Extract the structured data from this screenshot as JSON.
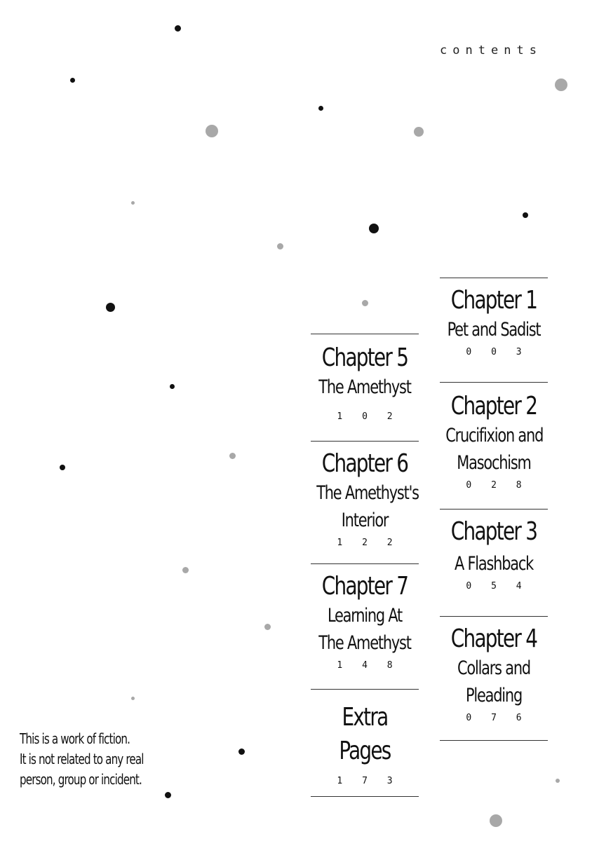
{
  "heading": "contents",
  "right_column": [
    {
      "title": "Chapter 1",
      "subtitle_lines": [
        "Pet and Sadist"
      ],
      "page": "003"
    },
    {
      "title": "Chapter 2",
      "subtitle_lines": [
        "Crucifixion and",
        "Masochism"
      ],
      "page": "028"
    },
    {
      "title": "Chapter 3",
      "subtitle_lines": [
        "A Flashback"
      ],
      "page": "054"
    },
    {
      "title": "Chapter 4",
      "subtitle_lines": [
        "Collars and",
        "Pleading"
      ],
      "page": "076"
    }
  ],
  "left_column": [
    {
      "title": "Chapter 5",
      "subtitle_lines": [
        "The Amethyst"
      ],
      "page": "102"
    },
    {
      "title": "Chapter 6",
      "subtitle_lines": [
        "The Amethyst's",
        "Interior"
      ],
      "page": "122"
    },
    {
      "title": "Chapter 7",
      "subtitle_lines": [
        "Learning At",
        "The Amethyst"
      ],
      "page": "148"
    },
    {
      "title": "",
      "subtitle_lines": [
        "Extra",
        "Pages"
      ],
      "page": "173"
    }
  ],
  "disclaimer": [
    "This is a work of fiction.",
    "It is not related to any real",
    "person, group or incident."
  ],
  "colors": {
    "dot_black": "#111111",
    "dot_gray": "#a8a8a8"
  }
}
